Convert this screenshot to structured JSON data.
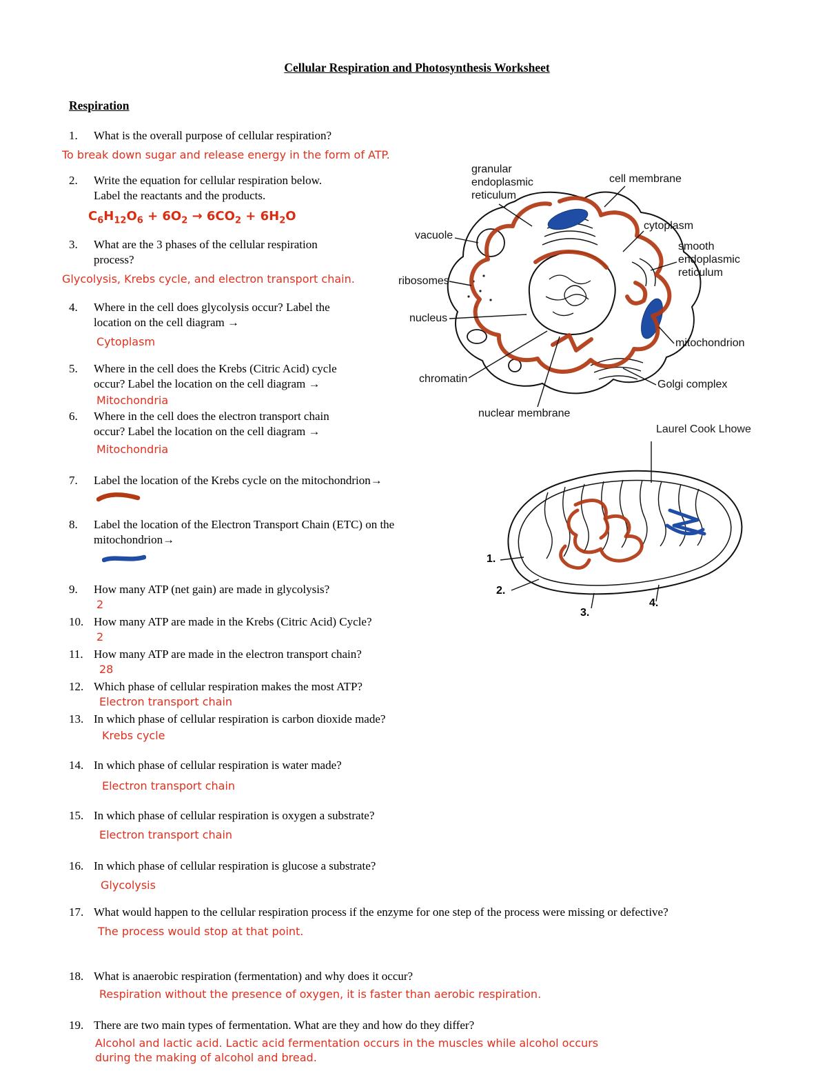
{
  "page": {
    "title": "Cellular Respiration and Photosynthesis Worksheet",
    "section_heading": "Respiration"
  },
  "equation": {
    "plain": "C6H12O6 + 6O2 → 6CO2 + 6H2O",
    "parts": [
      [
        "C",
        "6"
      ],
      [
        "H",
        "12"
      ],
      [
        "O",
        "6"
      ],
      [
        " + 6O",
        "2"
      ],
      [
        " → 6CO",
        "2"
      ],
      [
        " + 6H",
        "2"
      ],
      [
        "O",
        ""
      ]
    ]
  },
  "questions": [
    {
      "num": "1.",
      "text": "What is the overall purpose of cellular respiration?",
      "answer": "To break down sugar and release energy in the form of ATP."
    },
    {
      "num": "2.",
      "text": "Write the equation for cellular respiration below.\nLabel the reactants and the products.",
      "answer": "C6H12O6 + 6O2 → 6CO2 + 6H2O"
    },
    {
      "num": "3.",
      "text": "What are the 3 phases of the cellular respiration\nprocess?",
      "answer": "Glycolysis, Krebs cycle, and electron transport chain."
    },
    {
      "num": "4.",
      "text": "Where in the cell does glycolysis occur? Label the\nlocation on the cell diagram →",
      "answer": "Cytoplasm"
    },
    {
      "num": "5.",
      "text": "Where in the cell does the Krebs (Citric Acid) cycle\noccur? Label the location on the cell diagram →",
      "answer": "Mitochondria"
    },
    {
      "num": "6.",
      "text": "Where in the cell does the electron transport chain\noccur?  Label the location on the cell diagram →",
      "answer": "Mitochondria"
    },
    {
      "num": "7.",
      "text": "Label the location of the Krebs cycle on the mitochondrion→",
      "answer": "",
      "answer_mark": "red-marker-stroke"
    },
    {
      "num": "8.",
      "text": "Label the location of the Electron Transport Chain (ETC) on the\nmitochondrion→",
      "answer": "",
      "answer_mark": "blue-marker-stroke"
    },
    {
      "num": "9.",
      "text": "How many ATP (net gain) are made in glycolysis?",
      "answer": "2"
    },
    {
      "num": "10.",
      "text": "How many ATP are made in the Krebs (Citric Acid) Cycle?",
      "answer": "2"
    },
    {
      "num": "11.",
      "text": "How many ATP are made in the electron transport chain?",
      "answer": "28"
    },
    {
      "num": "12.",
      "text": "Which phase of cellular respiration makes the most ATP?",
      "answer": "Electron transport chain"
    },
    {
      "num": "13.",
      "text": "In which phase of cellular respiration is carbon dioxide made?",
      "answer": "Krebs cycle"
    },
    {
      "num": "14.",
      "text": "In which phase of cellular respiration is water made?",
      "answer": "Electron transport chain"
    },
    {
      "num": "15.",
      "text": "In which phase of cellular respiration is oxygen a substrate?",
      "answer": "Electron transport chain"
    },
    {
      "num": "16.",
      "text": "In which phase of cellular respiration is glucose a substrate?",
      "answer": "Glycolysis"
    },
    {
      "num": "17.",
      "text": "What would happen to the cellular respiration process if the enzyme for one step of the process were missing or defective?",
      "answer": "The process would stop at that point."
    },
    {
      "num": "18.",
      "text": "What is anaerobic respiration (fermentation) and why does it occur?",
      "answer": "Respiration without the presence of oxygen,  it is faster than aerobic respiration."
    },
    {
      "num": "19.",
      "text": "There are two main types of fermentation.   What are they and how do they differ?",
      "answer": "Alcohol and lactic acid. Lactic acid fermentation occurs in the muscles while alcohol occurs\nduring the making of alcohol and bread."
    }
  ],
  "cell_diagram": {
    "labels": {
      "granular_er": "granular endoplasmic reticulum",
      "cell_membrane": "cell membrane",
      "cytoplasm": "cytoplasm",
      "vacuole": "vacuole",
      "smooth_er": "smooth endoplasmic reticulum",
      "ribosomes": "ribosomes",
      "nucleus": "nucleus",
      "mitochondrion": "mitochondrion",
      "chromatin": "chromatin",
      "golgi": "Golgi complex",
      "nuclear_membrane": "nuclear membrane"
    }
  },
  "mito_diagram": {
    "credit": "Laurel Cook Lhowe",
    "numbers": [
      "1.",
      "2.",
      "3.",
      "4."
    ]
  },
  "colors": {
    "answer_red": "#e0301e",
    "equation_red": "#d92d12",
    "marker_red": "#b23a14",
    "marker_blue": "#1f4da6"
  }
}
